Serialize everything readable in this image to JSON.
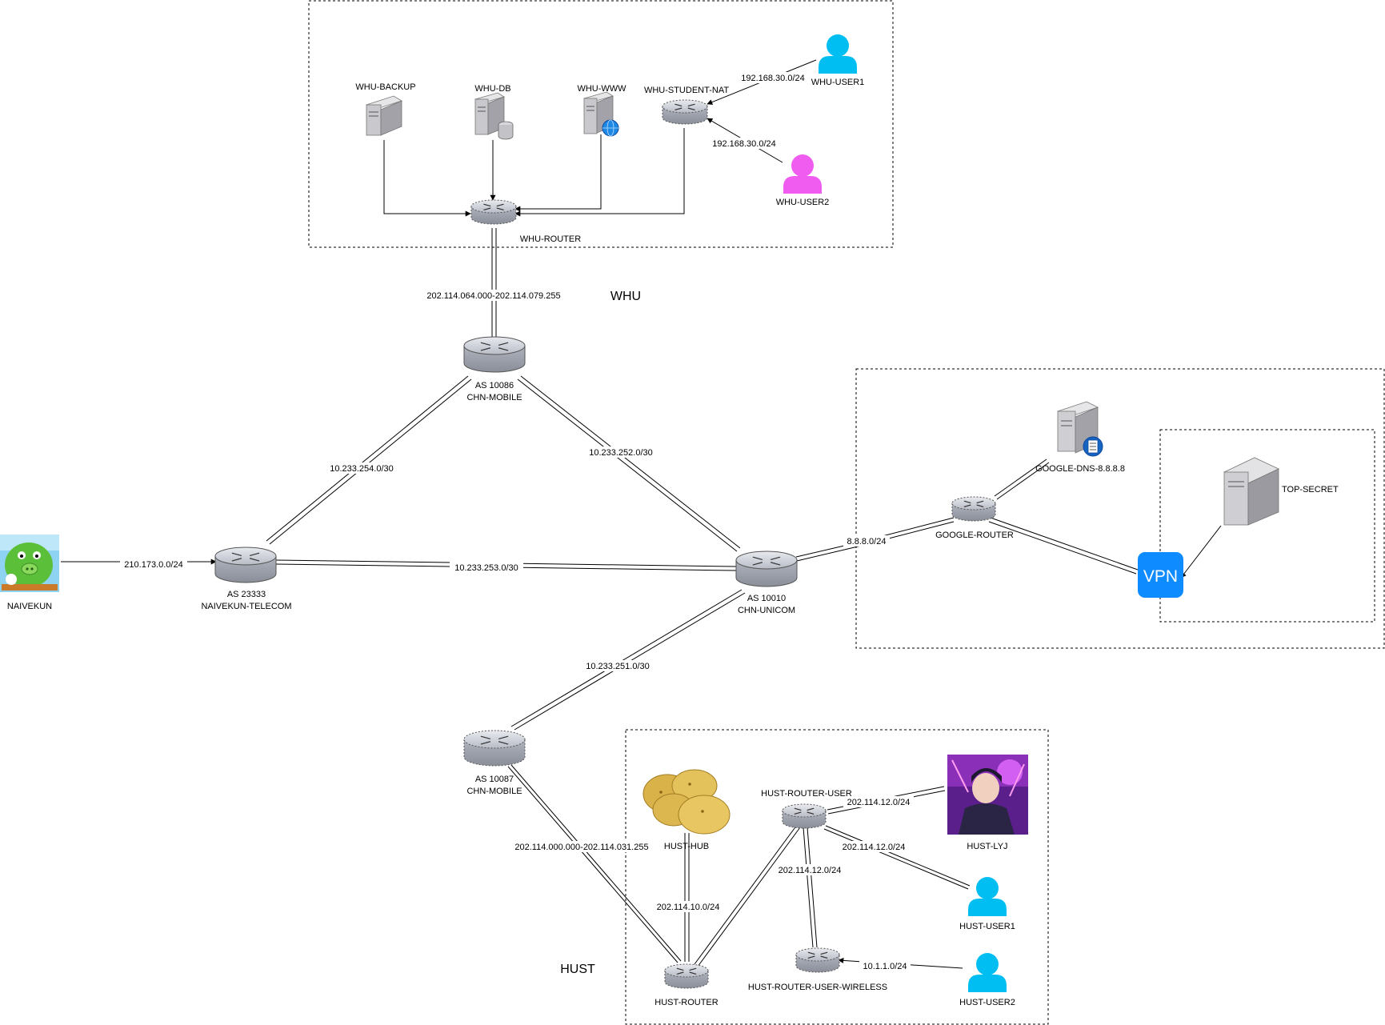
{
  "regions": {
    "whu": "WHU",
    "hust": "HUST"
  },
  "nodes": {
    "whu_backup": "WHU-BACKUP",
    "whu_db": "WHU-DB",
    "whu_www": "WHU-WWW",
    "whu_student_nat": "WHU-STUDENT-NAT",
    "whu_user1": "WHU-USER1",
    "whu_user2": "WHU-USER2",
    "whu_router": "WHU-ROUTER",
    "as10086_a": "AS 10086",
    "as10086_b": "CHN-MOBILE",
    "as23333_a": "AS 23333",
    "as23333_b": "NAIVEKUN-TELECOM",
    "naivekun": "NAIVEKUN",
    "as10010_a": "AS 10010",
    "as10010_b": "CHN-UNICOM",
    "as10087_a": "AS 10087",
    "as10087_b": "CHN-MOBILE",
    "google_dns": "GOOGLE-DNS-8.8.8.8",
    "google_router": "GOOGLE-ROUTER",
    "top_secret": "TOP-SECRET",
    "vpn": "VPN",
    "hust_hub": "HUST-HUB",
    "hust_router_user": "HUST-ROUTER-USER",
    "hust_lyj": "HUST-LYJ",
    "hust_user1": "HUST-USER1",
    "hust_user2": "HUST-USER2",
    "hust_router_user_wireless": "HUST-ROUTER-USER-WIRELESS",
    "hust_router": "HUST-ROUTER"
  },
  "edges": {
    "user1_nat": "192.168.30.0/24",
    "user2_nat": "192.168.30.0/24",
    "whu_uplink": "202.114.064.000-202.114.079.255",
    "mobile_telecom": "10.233.254.0/30",
    "mobile_unicom": "10.233.252.0/30",
    "naivekun_telecom": "210.173.0.0/24",
    "telecom_unicom": "10.233.253.0/30",
    "unicom_google": "8.8.8.0/24",
    "unicom_mobile2": "10.233.251.0/30",
    "hust_uplink": "202.114.000.000-202.114.031.255",
    "hub_router": "202.114.10.0/24",
    "user_lyj": "202.114.12.0/24",
    "user_user1": "202.114.12.0/24",
    "user_wireless": "202.114.12.0/24",
    "wireless_user2": "10.1.1.0/24"
  },
  "colors": {
    "router_fill": "#c0c4cc",
    "user_blue": "#00BEF2",
    "user_pink": "#F05BF0",
    "vpn_blue": "#0E8BFF"
  }
}
